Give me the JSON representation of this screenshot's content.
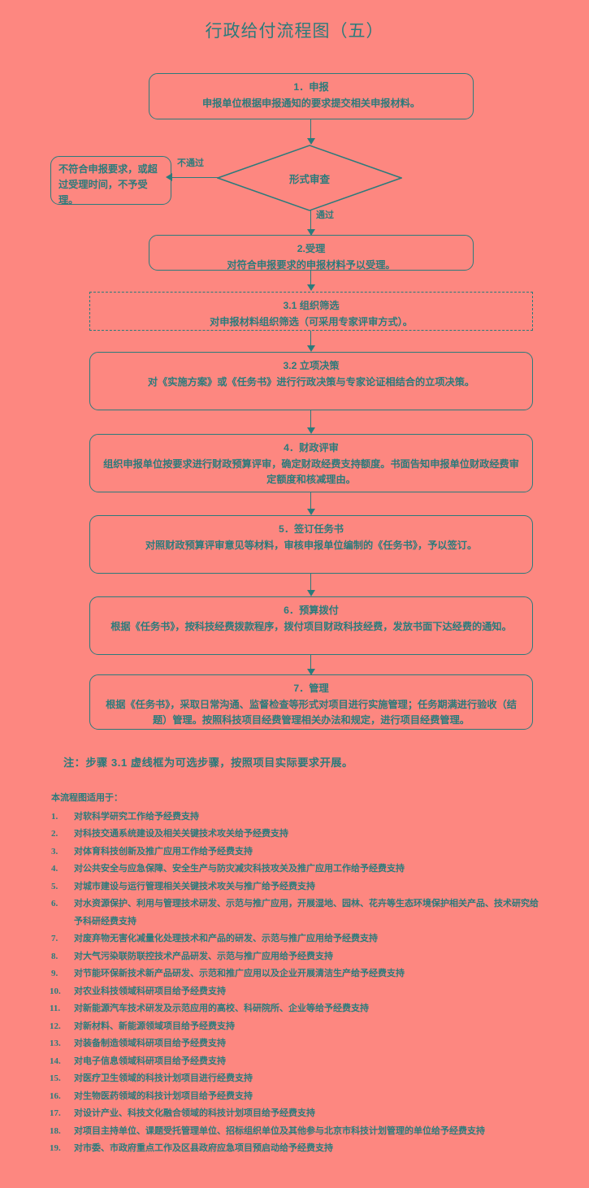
{
  "page": {
    "title": "行政给付流程图（五）",
    "background_color": "#fd8780",
    "ink_color": "#2b7b7b"
  },
  "flow": {
    "nodes": [
      {
        "id": "step1",
        "shape": "rounded-rect",
        "header": "1．申报",
        "body": "申报单位根据申报通知的要求提交相关申报材料。"
      },
      {
        "id": "reject",
        "shape": "rounded-rect",
        "header": "",
        "body": "不符合申报要求，或超过受理时间，不予受理。"
      },
      {
        "id": "decision",
        "shape": "diamond",
        "header": "",
        "body": "形式审查"
      },
      {
        "id": "step2",
        "shape": "rounded-rect",
        "header": "2.受理",
        "body": "对符合申报要求的申报材料予以受理。"
      },
      {
        "id": "step31",
        "shape": "dashed-rect",
        "header": "3.1 组织筛选",
        "body": "对申报材料组织筛选（可采用专家评审方式）。"
      },
      {
        "id": "step32",
        "shape": "rounded-rect",
        "header": "3.2 立项决策",
        "body": "对《实施方案》或《任务书》进行行政决策与专家论证相结合的立项决策。"
      },
      {
        "id": "step4",
        "shape": "rounded-rect",
        "header": "4．财政评审",
        "body": "组织申报单位按要求进行财政预算评审，确定财政经费支持额度。书面告知申报单位财政经费审定额度和核减理由。"
      },
      {
        "id": "step5",
        "shape": "rounded-rect",
        "header": "5．签订任务书",
        "body": "对照财政预算评审意见等材料，审核申报单位编制的《任务书》，予以签订。"
      },
      {
        "id": "step6",
        "shape": "rounded-rect",
        "header": "6．预算拨付",
        "body": "根据《任务书》，按科技经费拨款程序，拨付项目财政科技经费，发放书面下达经费的通知。"
      },
      {
        "id": "step7",
        "shape": "rounded-rect",
        "header": "7．管理",
        "body": "根据《任务书》，采取日常沟通、监督检查等形式对项目进行实施管理；任务期满进行验收（结题）管理。按照科技项目经费管理相关办法和规定，进行项目经费管理。"
      }
    ],
    "edge_labels": {
      "fail": "不通过",
      "pass": "通过"
    }
  },
  "note": "注：步骤 3.1 虚线框为可选步骤，按照项目实际要求开展。",
  "applies": {
    "lead": "本流程图适用于：",
    "items": [
      "对软科学研究工作给予经费支持",
      "对科技交通系统建设及相关关键技术攻关给予经费支持",
      "对体育科技创新及推广应用工作给予经费支持",
      "对公共安全与应急保障、安全生产与防灾减灾科技攻关及推广应用工作给予经费支持",
      "对城市建设与运行管理相关关键技术攻关与推广给予经费支持",
      "对水资源保护、利用与管理技术研发、示范与推广应用，开展湿地、园林、花卉等生态环境保护相关产品、技术研究给予科研经费支持",
      "对废弃物无害化减量化处理技术和产品的研发、示范与推广应用给予经费支持",
      "对大气污染联防联控技术产品研发、示范与推广应用给予经费支持",
      "对节能环保新技术新产品研发、示范和推广应用以及企业开展清洁生产给予经费支持",
      "对农业科技领域科研项目给予经费支持",
      "对新能源汽车技术研发及示范应用的高校、科研院所、企业等给予经费支持",
      "对新材料、新能源领域项目给予经费支持",
      "对装备制造领域科研项目给予经费支持",
      "对电子信息领域科研项目给予经费支持",
      "对医疗卫生领域的科技计划项目进行经费支持",
      "对生物医药领域的科技计划项目给予经费支持",
      "对设计产业、科技文化融合领域的科技计划项目给予经费支持",
      "对项目主持单位、课题受托管理单位、招标组织单位及其他参与北京市科技计划管理的单位给予经费支持",
      "对市委、市政府重点工作及区县政府应急项目预启动给予经费支持"
    ]
  }
}
